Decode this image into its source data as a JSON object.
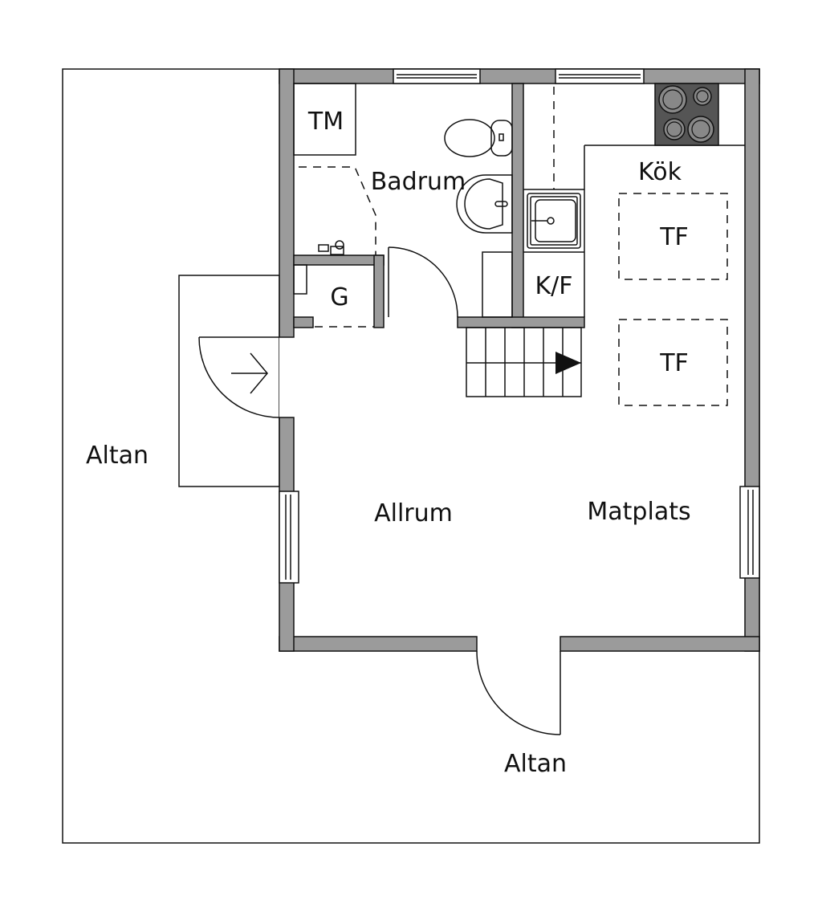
{
  "title": "Floor plan",
  "rooms": {
    "altan_left": "Altan",
    "altan_bottom": "Altan",
    "allrum": "Allrum",
    "matplats": "Matplats",
    "badrum": "Badrum",
    "kok": "Kök",
    "tm": "TM",
    "g": "G",
    "kf": "K/F",
    "tf1": "TF",
    "tf2": "TF"
  },
  "colors": {
    "wall": "#9b9b9b",
    "stove": "#555555",
    "line": "#111111"
  }
}
